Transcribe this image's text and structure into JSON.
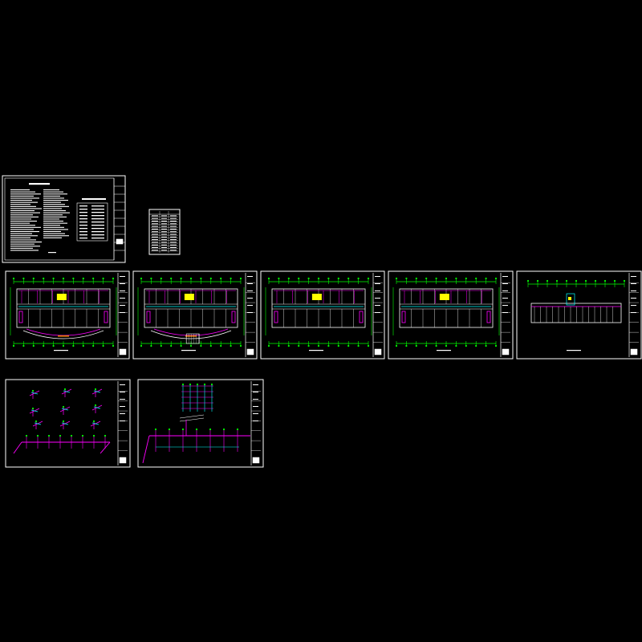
{
  "canvas": {
    "background": "#000000"
  },
  "colors": {
    "frame": "#ffffff",
    "axis_grid": "#00ff00",
    "pipe_magenta": "#ff00ff",
    "pipe_cyan": "#00ffff",
    "pipe_red": "#ff3333",
    "highlight": "#ffff00"
  },
  "sheets": [
    {
      "id": "design-notes",
      "kind": "notes"
    },
    {
      "id": "equipment-table",
      "kind": "table"
    },
    {
      "id": "floor-plan-1",
      "kind": "plan"
    },
    {
      "id": "floor-plan-2",
      "kind": "plan"
    },
    {
      "id": "floor-plan-3",
      "kind": "plan"
    },
    {
      "id": "floor-plan-4",
      "kind": "plan"
    },
    {
      "id": "roof-plan",
      "kind": "plan"
    },
    {
      "id": "system-diagram-1",
      "kind": "isometric"
    },
    {
      "id": "system-diagram-2",
      "kind": "isometric"
    }
  ]
}
